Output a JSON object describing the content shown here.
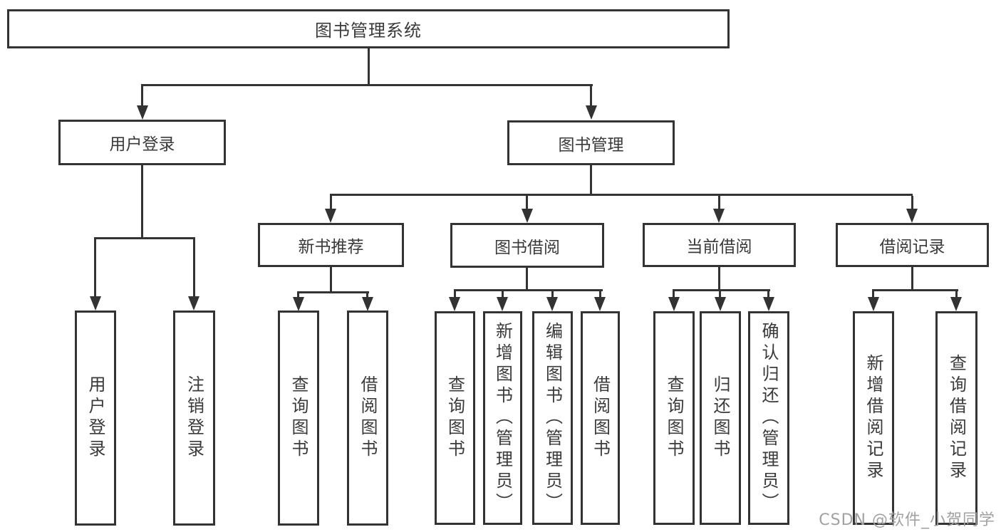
{
  "colors": {
    "line": "#333333",
    "text": "#3a3a3a",
    "watermark": "#a1a1a1",
    "background": "#ffffff"
  },
  "root": {
    "label": "图书管理系统"
  },
  "level2": [
    {
      "label": "用户登录"
    },
    {
      "label": "图书管理"
    }
  ],
  "level3": [
    {
      "label": "新书推荐"
    },
    {
      "label": "图书借阅"
    },
    {
      "label": "当前借阅"
    },
    {
      "label": "借阅记录"
    }
  ],
  "leaves": {
    "user_login": [
      {
        "label": "用户登录"
      },
      {
        "label": "注销登录"
      }
    ],
    "new_books": [
      {
        "label": "查询图书"
      },
      {
        "label": "借阅图书"
      }
    ],
    "book_borrow": [
      {
        "label": "查询图书"
      },
      {
        "label": "新增图书（管理员）"
      },
      {
        "label": "编辑图书（管理员）"
      },
      {
        "label": "借阅图书"
      }
    ],
    "current_borrow": [
      {
        "label": "查询图书"
      },
      {
        "label": "归还图书"
      },
      {
        "label": "确认归还（管理员）"
      }
    ],
    "borrow_records": [
      {
        "label": "新增借阅记录"
      },
      {
        "label": "查询借阅记录"
      }
    ]
  },
  "watermark": "CSDN @软件_小贺同学"
}
